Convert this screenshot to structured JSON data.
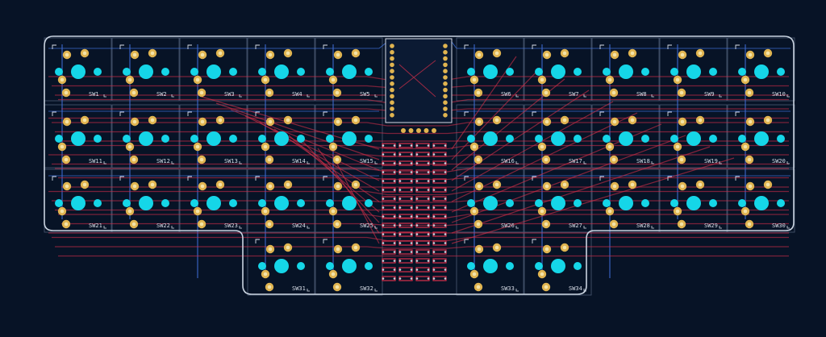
{
  "board": {
    "colors": {
      "background": "#071326",
      "outline": "#c9d3e0",
      "key_grid": "#4a5a74",
      "silkscreen": "#d8dee8",
      "pad": "#e0b450",
      "pad_hole": "#f3e3a8",
      "via": "#c9d3e0",
      "trace_front": "#d9304a",
      "trace_back": "#3f6fd8",
      "stem": "#15d6e8"
    },
    "switches": [
      "SW1",
      "SW2",
      "SW3",
      "SW4",
      "SW5",
      "SW6",
      "SW7",
      "SW8",
      "SW9",
      "SW10",
      "SW11",
      "SW12",
      "SW13",
      "SW14",
      "SW15",
      "SW16",
      "SW17",
      "SW18",
      "SW19",
      "SW20",
      "SW21",
      "SW22",
      "SW23",
      "SW24",
      "SW25",
      "SW26",
      "SW27",
      "SW28",
      "SW29",
      "SW30",
      "SW31",
      "SW32",
      "SW33",
      "SW34"
    ]
  }
}
